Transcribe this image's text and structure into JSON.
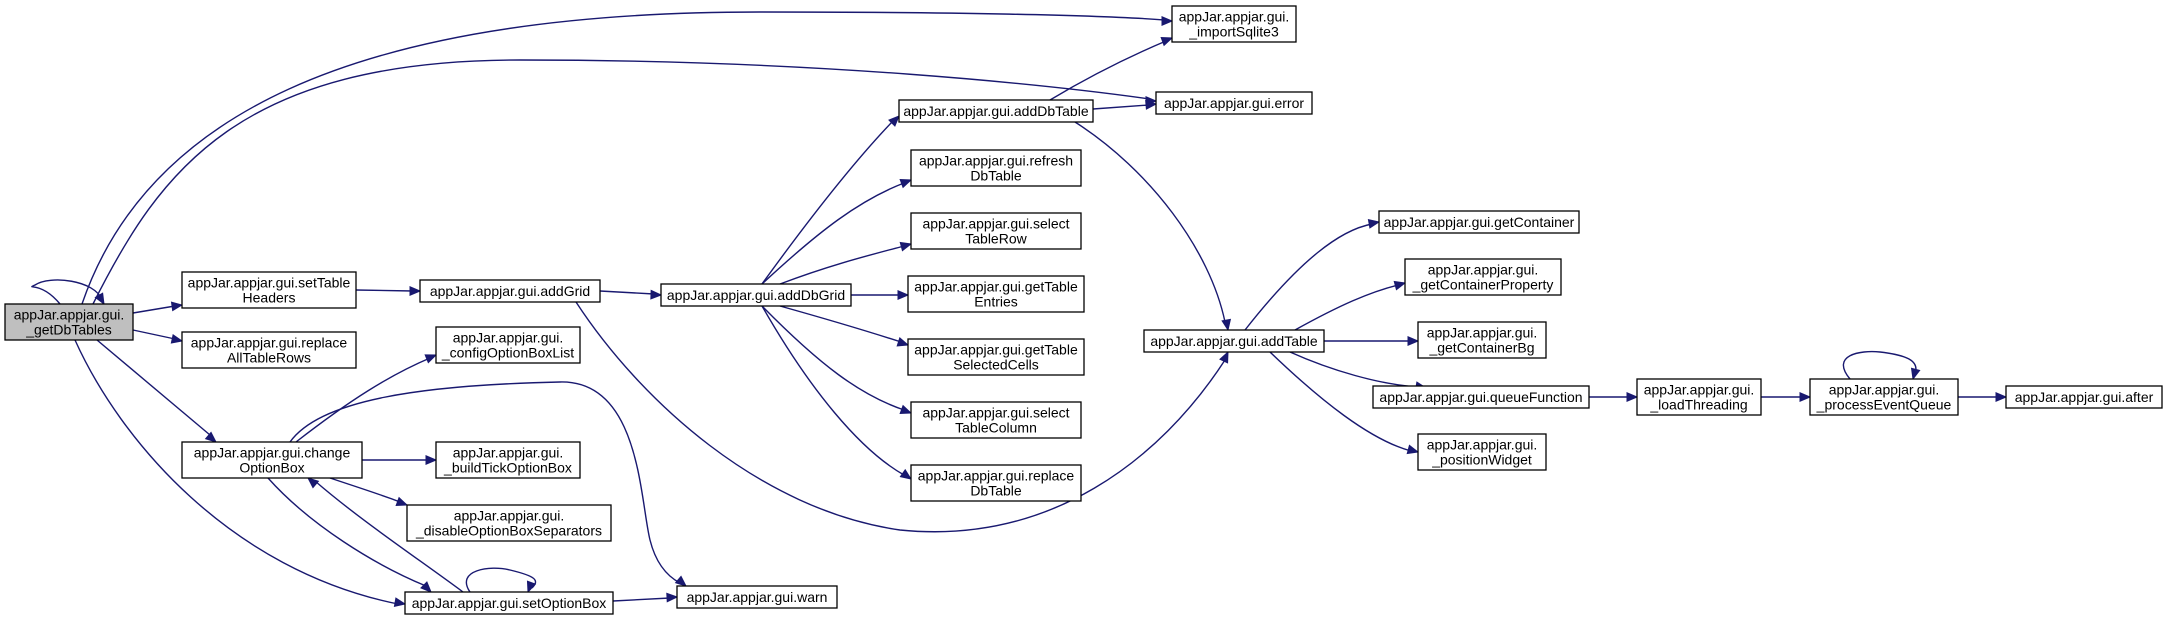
{
  "diagram": {
    "nodes": {
      "getDbTables": [
        "appJar.appjar.gui.",
        "_getDbTables"
      ],
      "setTableHeaders": [
        "appJar.appjar.gui.setTable",
        "Headers"
      ],
      "replaceAllTableRows": [
        "appJar.appjar.gui.replace",
        "AllTableRows"
      ],
      "changeOptionBox": [
        "appJar.appjar.gui.change",
        "OptionBox"
      ],
      "setOptionBox": [
        "appJar.appjar.gui.setOptionBox"
      ],
      "addGrid": [
        "appJar.appjar.gui.addGrid"
      ],
      "configOptionBoxList": [
        "appJar.appjar.gui.",
        "_configOptionBoxList"
      ],
      "buildTickOptionBox": [
        "appJar.appjar.gui.",
        "_buildTickOptionBox"
      ],
      "disableOptionBoxSeparators": [
        "appJar.appjar.gui.",
        "_disableOptionBoxSeparators"
      ],
      "warn": [
        "appJar.appjar.gui.warn"
      ],
      "addDbGrid": [
        "appJar.appjar.gui.addDbGrid"
      ],
      "addDbTable": [
        "appJar.appjar.gui.addDbTable"
      ],
      "refreshDbTable": [
        "appJar.appjar.gui.refresh",
        "DbTable"
      ],
      "selectTableRow": [
        "appJar.appjar.gui.select",
        "TableRow"
      ],
      "getTableEntries": [
        "appJar.appjar.gui.getTable",
        "Entries"
      ],
      "getTableSelectedCells": [
        "appJar.appjar.gui.getTable",
        "SelectedCells"
      ],
      "selectTableColumn": [
        "appJar.appjar.gui.select",
        "TableColumn"
      ],
      "replaceDbTable": [
        "appJar.appjar.gui.replace",
        "DbTable"
      ],
      "importSqlite3": [
        "appJar.appjar.gui.",
        "_importSqlite3"
      ],
      "error": [
        "appJar.appjar.gui.error"
      ],
      "addTable": [
        "appJar.appjar.gui.addTable"
      ],
      "getContainer": [
        "appJar.appjar.gui.getContainer"
      ],
      "getContainerProperty": [
        "appJar.appjar.gui.",
        "_getContainerProperty"
      ],
      "getContainerBg": [
        "appJar.appjar.gui.",
        "_getContainerBg"
      ],
      "queueFunction": [
        "appJar.appjar.gui.queueFunction"
      ],
      "positionWidget": [
        "appJar.appjar.gui.",
        "_positionWidget"
      ],
      "loadThreading": [
        "appJar.appjar.gui.",
        "_loadThreading"
      ],
      "processEventQueue": [
        "appJar.appjar.gui.",
        "_processEventQueue"
      ],
      "after": [
        "appJar.appjar.gui.after"
      ]
    },
    "edges": [
      [
        "getDbTables",
        "getDbTables"
      ],
      [
        "getDbTables",
        "importSqlite3"
      ],
      [
        "getDbTables",
        "error"
      ],
      [
        "getDbTables",
        "setTableHeaders"
      ],
      [
        "getDbTables",
        "replaceAllTableRows"
      ],
      [
        "getDbTables",
        "changeOptionBox"
      ],
      [
        "getDbTables",
        "setOptionBox"
      ],
      [
        "setTableHeaders",
        "addGrid"
      ],
      [
        "addGrid",
        "addDbGrid"
      ],
      [
        "addGrid",
        "addTable"
      ],
      [
        "addDbGrid",
        "addDbTable"
      ],
      [
        "addDbGrid",
        "refreshDbTable"
      ],
      [
        "addDbGrid",
        "selectTableRow"
      ],
      [
        "addDbGrid",
        "getTableEntries"
      ],
      [
        "addDbGrid",
        "getTableSelectedCells"
      ],
      [
        "addDbGrid",
        "selectTableColumn"
      ],
      [
        "addDbGrid",
        "replaceDbTable"
      ],
      [
        "addDbTable",
        "importSqlite3"
      ],
      [
        "addDbTable",
        "error"
      ],
      [
        "addDbTable",
        "addTable"
      ],
      [
        "changeOptionBox",
        "configOptionBoxList"
      ],
      [
        "changeOptionBox",
        "buildTickOptionBox"
      ],
      [
        "changeOptionBox",
        "disableOptionBoxSeparators"
      ],
      [
        "changeOptionBox",
        "warn"
      ],
      [
        "changeOptionBox",
        "setOptionBox"
      ],
      [
        "setOptionBox",
        "changeOptionBox"
      ],
      [
        "setOptionBox",
        "setOptionBox"
      ],
      [
        "setOptionBox",
        "warn"
      ],
      [
        "addTable",
        "getContainer"
      ],
      [
        "addTable",
        "getContainerProperty"
      ],
      [
        "addTable",
        "getContainerBg"
      ],
      [
        "addTable",
        "queueFunction"
      ],
      [
        "addTable",
        "positionWidget"
      ],
      [
        "queueFunction",
        "loadThreading"
      ],
      [
        "loadThreading",
        "processEventQueue"
      ],
      [
        "processEventQueue",
        "processEventQueue"
      ],
      [
        "processEventQueue",
        "after"
      ]
    ],
    "colors": {
      "edge": "#191970",
      "focus_fill": "#bfbfbf",
      "node_fill": "#ffffff",
      "node_border": "#000000"
    }
  }
}
